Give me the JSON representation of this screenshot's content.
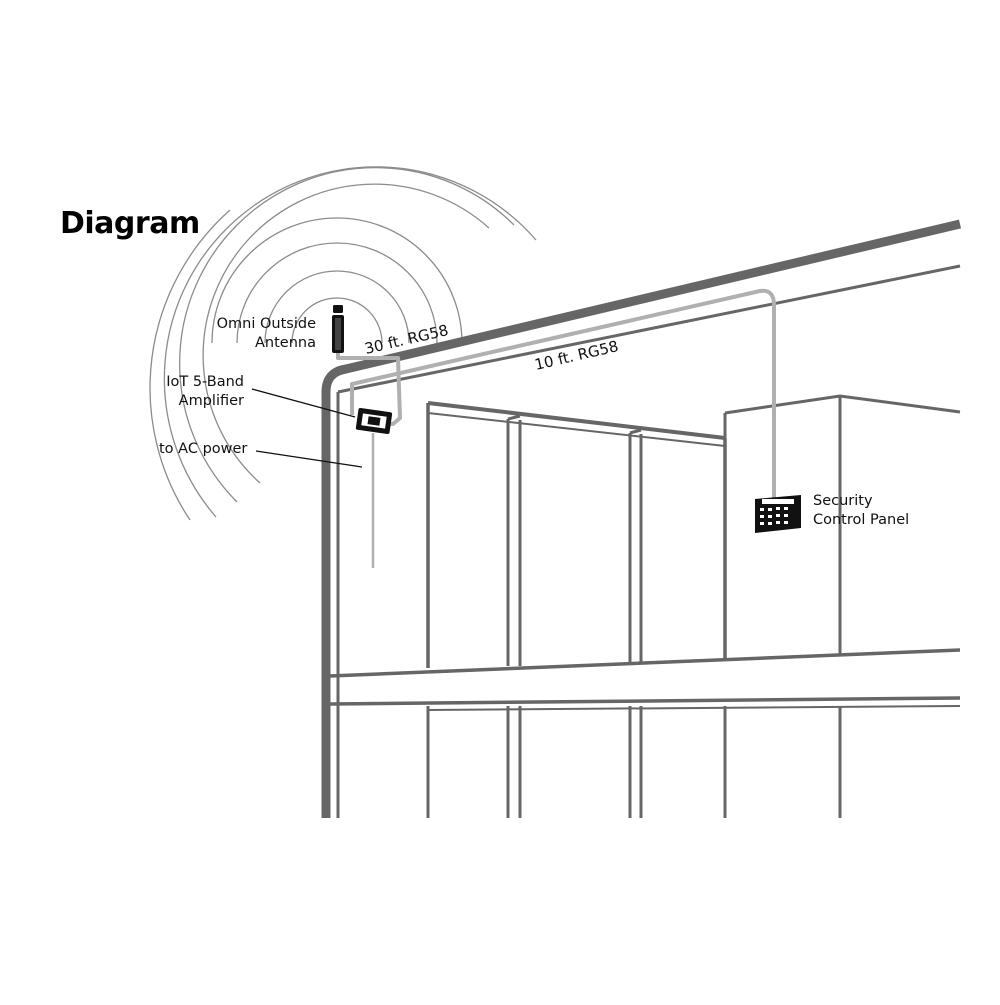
{
  "title": "Diagram",
  "labels": {
    "antenna": [
      "Omni Outside",
      "Antenna"
    ],
    "amplifier": [
      "IoT 5-Band",
      "Amplifier"
    ],
    "ac_power": "to AC power",
    "panel": [
      "Security",
      "Control Panel"
    ],
    "cable_30": "30 ft. RG58",
    "cable_10": "10 ft. RG58"
  },
  "icons": {
    "antenna": "omni-antenna-icon",
    "amplifier": "amplifier-icon",
    "panel": "security-panel-icon"
  },
  "colors": {
    "structure": "#666666",
    "cable": "#b0b0b0",
    "rings": "#8c8c8c",
    "text": "#111111"
  }
}
